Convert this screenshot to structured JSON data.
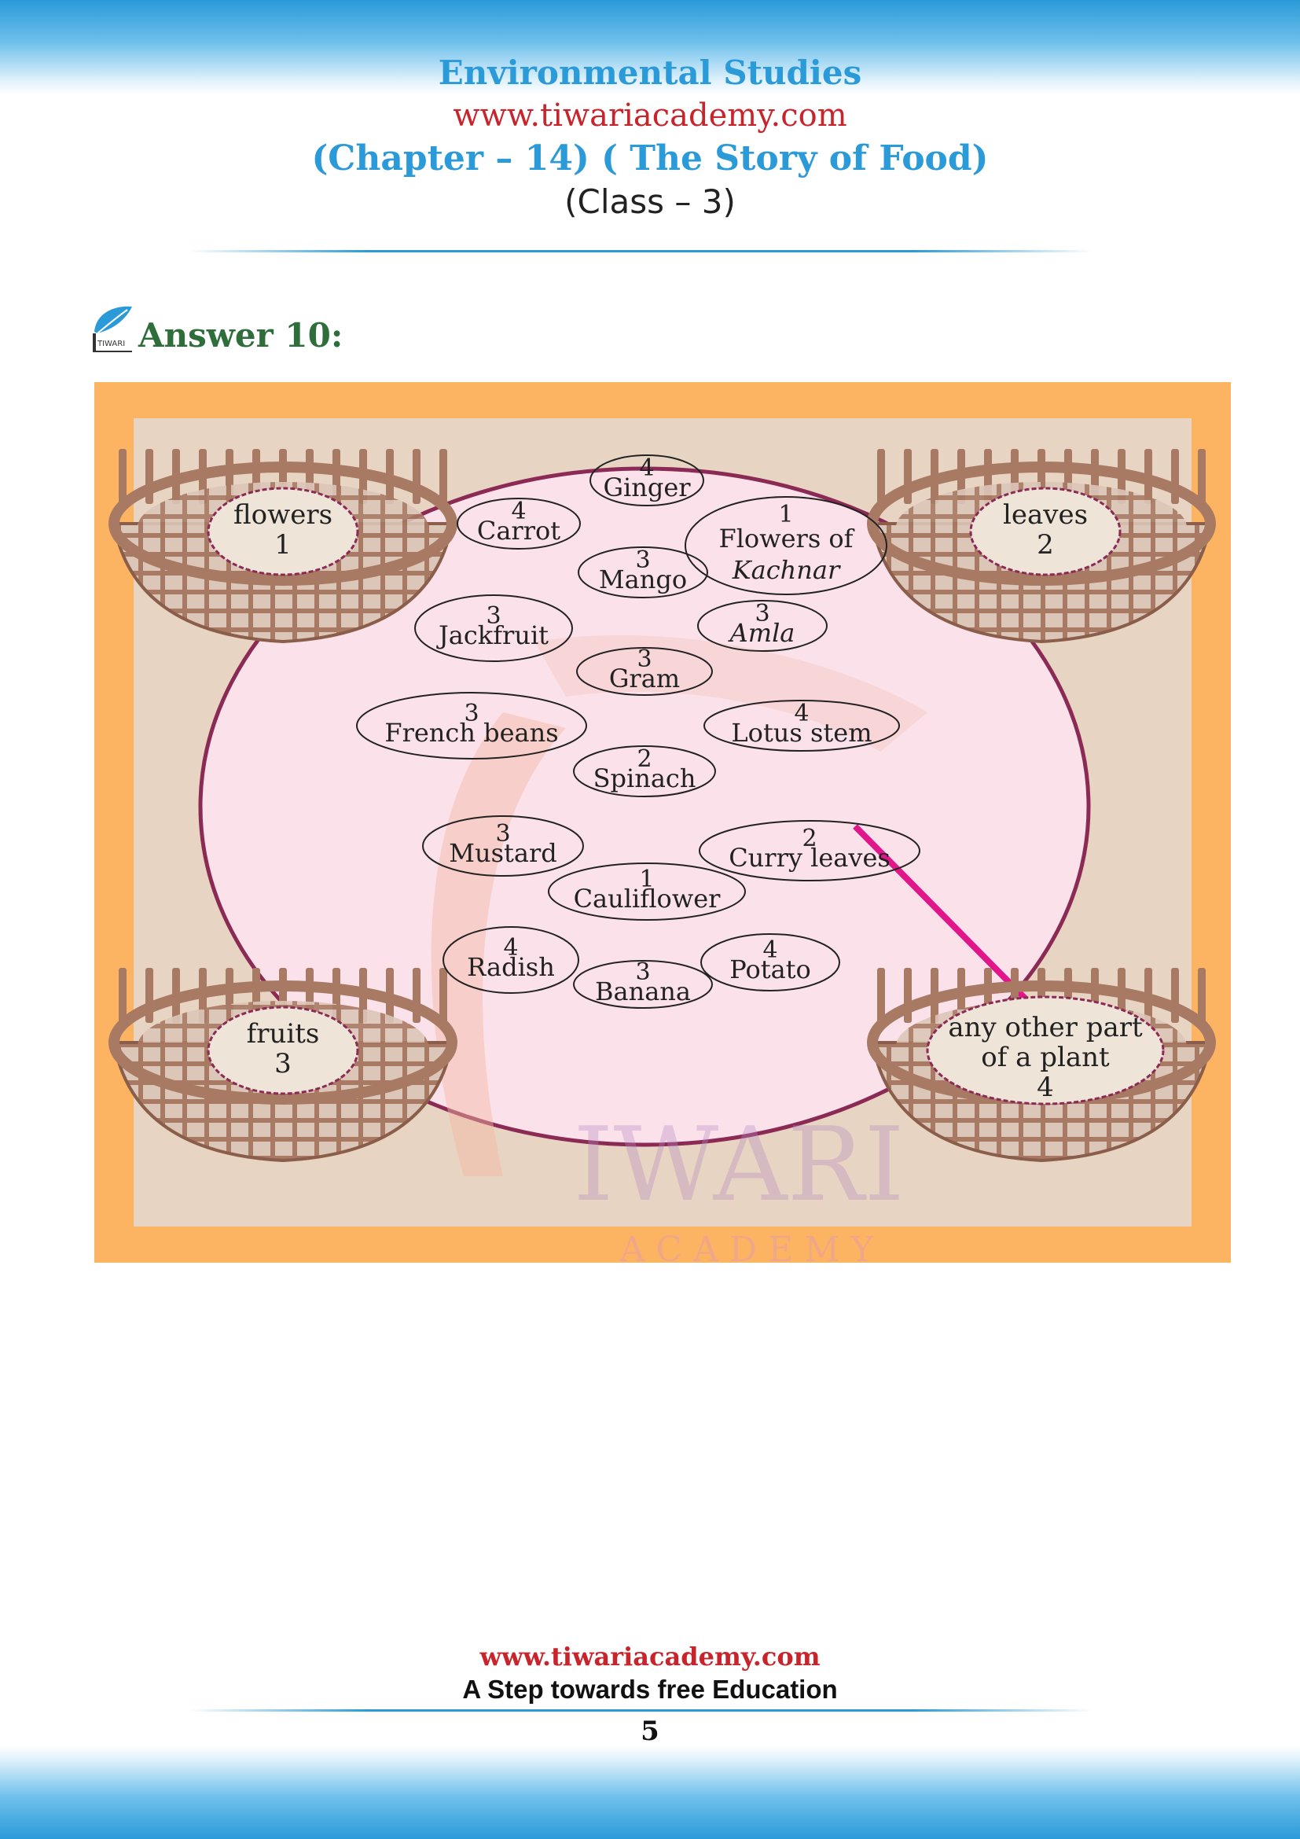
{
  "header": {
    "subject": "Environmental Studies",
    "website": "www.tiwariacademy.com",
    "chapter": "(Chapter – 14) ( The Story of Food)",
    "class_label": "(Class – 3)"
  },
  "answer": {
    "title": "Answer 10:",
    "logo_text": "TIWARI"
  },
  "activity": {
    "baskets": [
      {
        "label": "flowers",
        "number": "1"
      },
      {
        "label": "leaves",
        "number": "2"
      },
      {
        "label": "fruits",
        "number": "3"
      },
      {
        "label": "any other part",
        "label2": "of a plant",
        "number": "4"
      }
    ],
    "items": [
      {
        "name": "Ginger",
        "number": "4"
      },
      {
        "name": "Carrot",
        "number": "4"
      },
      {
        "name": "Flowers of",
        "name2": "Kachnar",
        "number": "1"
      },
      {
        "name": "Mango",
        "number": "3"
      },
      {
        "name": "Jackfruit",
        "number": "3"
      },
      {
        "name": "Amla",
        "number": "3"
      },
      {
        "name": "Gram",
        "number": "3"
      },
      {
        "name": "French beans",
        "number": "3"
      },
      {
        "name": "Lotus stem",
        "number": "4"
      },
      {
        "name": "Spinach",
        "number": "2"
      },
      {
        "name": "Mustard",
        "number": "3"
      },
      {
        "name": "Curry leaves",
        "number": "2"
      },
      {
        "name": "Cauliflower",
        "number": "1"
      },
      {
        "name": "Radish",
        "number": "4"
      },
      {
        "name": "Potato",
        "number": "4"
      },
      {
        "name": "Banana",
        "number": "3"
      }
    ],
    "watermark": {
      "line1": "IWARI",
      "line2": "A C A D E M Y"
    }
  },
  "footer": {
    "website": "www.tiwariacademy.com",
    "tagline": "A Step towards free Education",
    "page_number": "5"
  },
  "colors": {
    "accent_blue": "#2a9ad8",
    "brand_red": "#c8242b",
    "answer_green": "#2e6e3a",
    "frame_orange": "#fdb462",
    "table_pink": "#fbe1ea",
    "basket_brown": "#a87a64",
    "line_magenta": "#e0168a"
  }
}
